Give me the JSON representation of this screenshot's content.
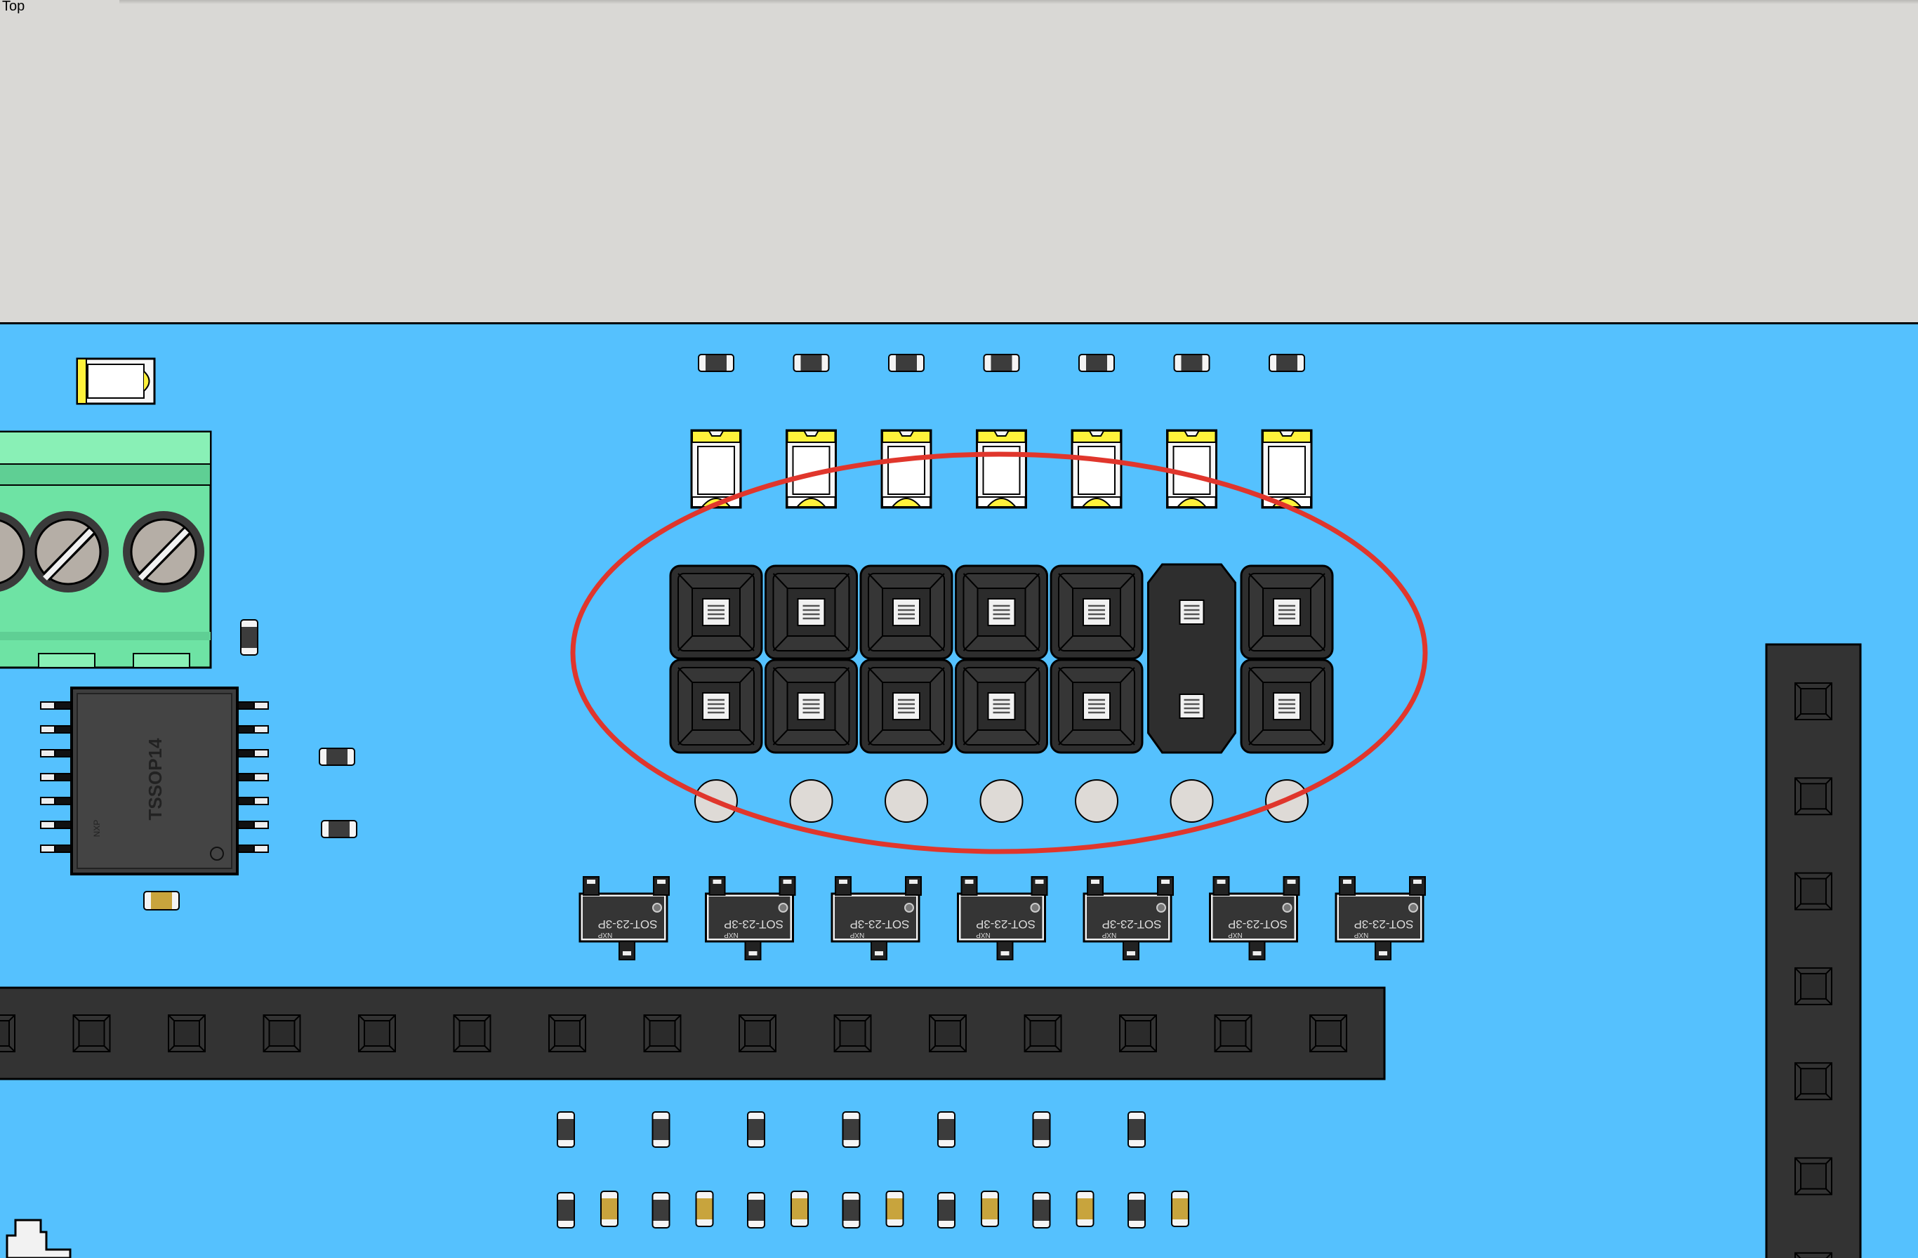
{
  "view": {
    "label": "Top"
  },
  "colors": {
    "background": "#d9d8d5",
    "board": "#55c1fe",
    "terminal_green": "#6ee3a4",
    "header_black": "#333333",
    "marker_red": "#e0362c",
    "led_yellow": "#fff23b",
    "capacitor_tan": "#c8a43d"
  },
  "ic_main": {
    "package": "TSSOP14",
    "brand": "NXP"
  },
  "transistors": {
    "package": "SOT-23-3P",
    "count": 7
  },
  "header_2x7": {
    "columns": 7,
    "rows": 2
  },
  "highlight": {
    "shape": "ellipse",
    "target": "header_2x7"
  }
}
